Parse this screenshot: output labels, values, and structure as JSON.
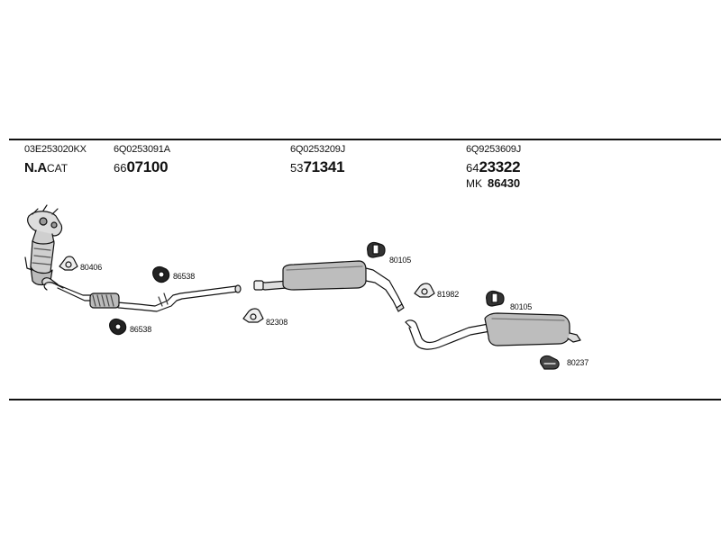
{
  "header": {
    "columns": [
      {
        "code": "03E253020KX",
        "prefix": "N.A",
        "number": "CAT"
      },
      {
        "code": "6Q0253091A",
        "prefix": "66",
        "number": "07100"
      },
      {
        "code": "6Q0253209J",
        "prefix": "53",
        "number": "71341"
      },
      {
        "code": "6Q9253609J",
        "prefix": "64",
        "number": "23322",
        "kit_prefix": "MK",
        "kit_number": "86430"
      }
    ]
  },
  "parts": {
    "clamp_front": "80406",
    "flange_gasket_upper": "86538",
    "flange_gasket_lower": "86538",
    "clamp_mid": "82308",
    "hanger_mid": "80105",
    "clamp_rear": "81982",
    "hanger_rear": "80105",
    "rubber_mount_rear": "80237"
  }
}
